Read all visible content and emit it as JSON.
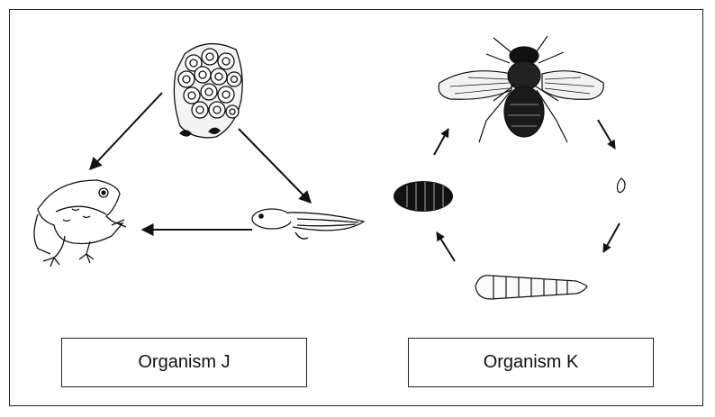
{
  "labels": {
    "organism_j": "Organism J",
    "organism_k": "Organism K"
  },
  "organism_j": {
    "cycle_order": [
      "egg-mass",
      "tadpole",
      "frog"
    ]
  },
  "organism_k": {
    "cycle_order": [
      "adult-fly",
      "egg",
      "larva",
      "pupa"
    ]
  },
  "colors": {
    "line": "#111111",
    "background": "#ffffff"
  }
}
